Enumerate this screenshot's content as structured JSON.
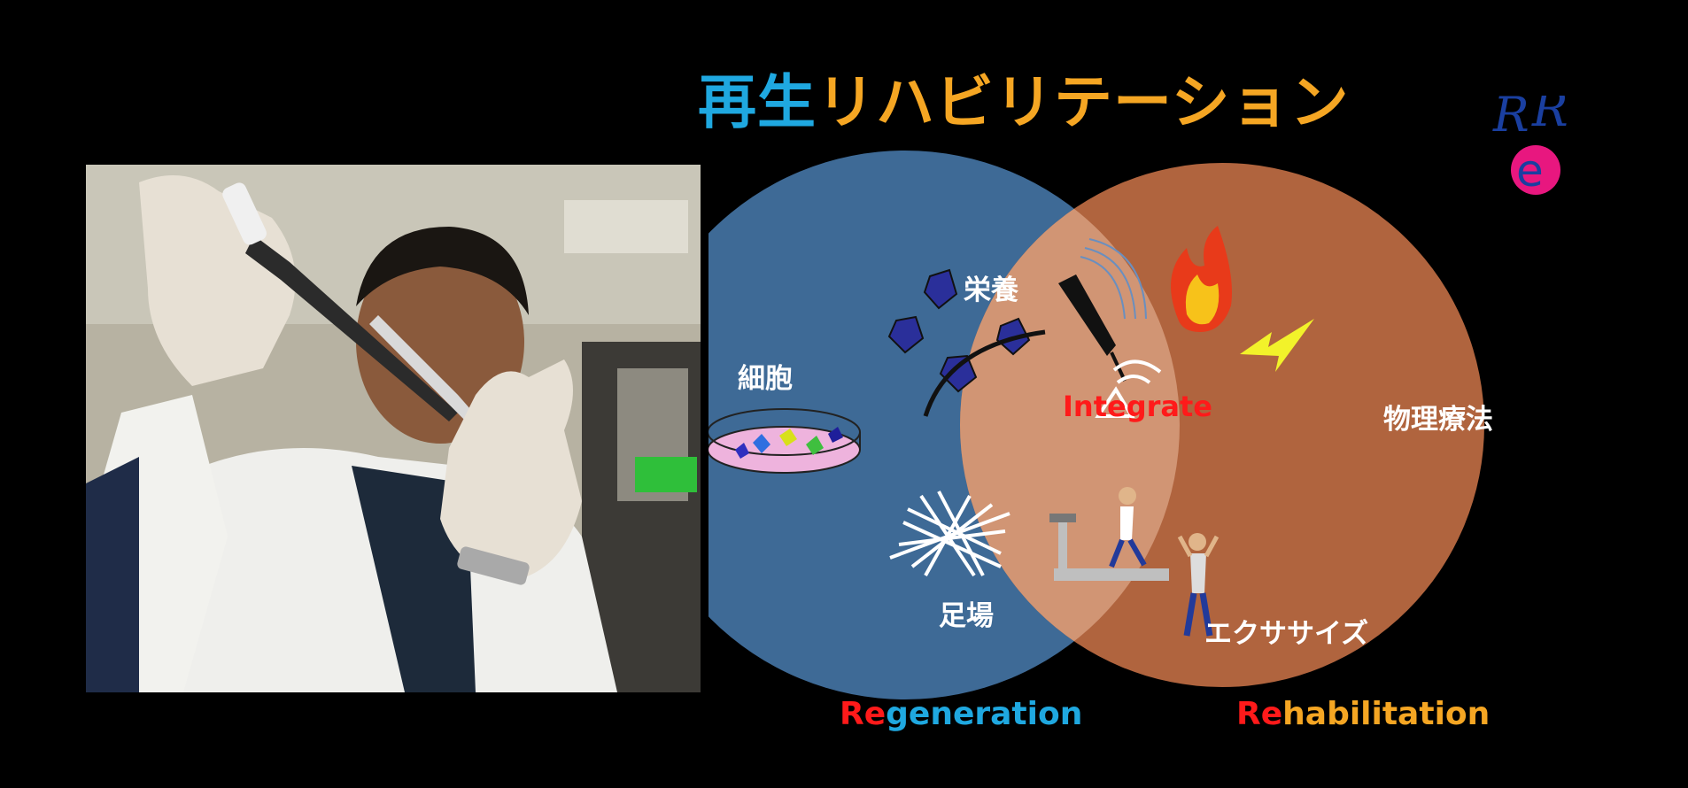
{
  "title": {
    "part1": "再生",
    "part2": "リハビリテーション",
    "color1": "#1fa8e0",
    "color2": "#f5a623"
  },
  "logo": {
    "letters": "RRe"
  },
  "photo": {
    "subject": "researcher-with-pipette"
  },
  "venn": {
    "left_color": "#3e6a96",
    "right_color": "#b0643e",
    "overlap_label": "Integrate",
    "left_items": [
      "細胞",
      "栄養",
      "足場"
    ],
    "right_items": [
      "物理療法",
      "エクササイズ"
    ],
    "icons": [
      "petri-dish-icon",
      "nutrient-molecule-icon",
      "scaffold-fiber-icon",
      "ultrasound-probe-icon",
      "fire-icon",
      "lightning-icon",
      "wifi-signal-icon",
      "treadmill-runner-icon",
      "exercising-person-icon"
    ]
  },
  "bottom": {
    "left_prefix": "Re",
    "left_rest": "generation",
    "right_prefix": "Re",
    "right_rest": "habilitation",
    "prefix_color": "#ff1a1a",
    "left_color": "#1fa8e0",
    "right_color": "#f5a623"
  }
}
